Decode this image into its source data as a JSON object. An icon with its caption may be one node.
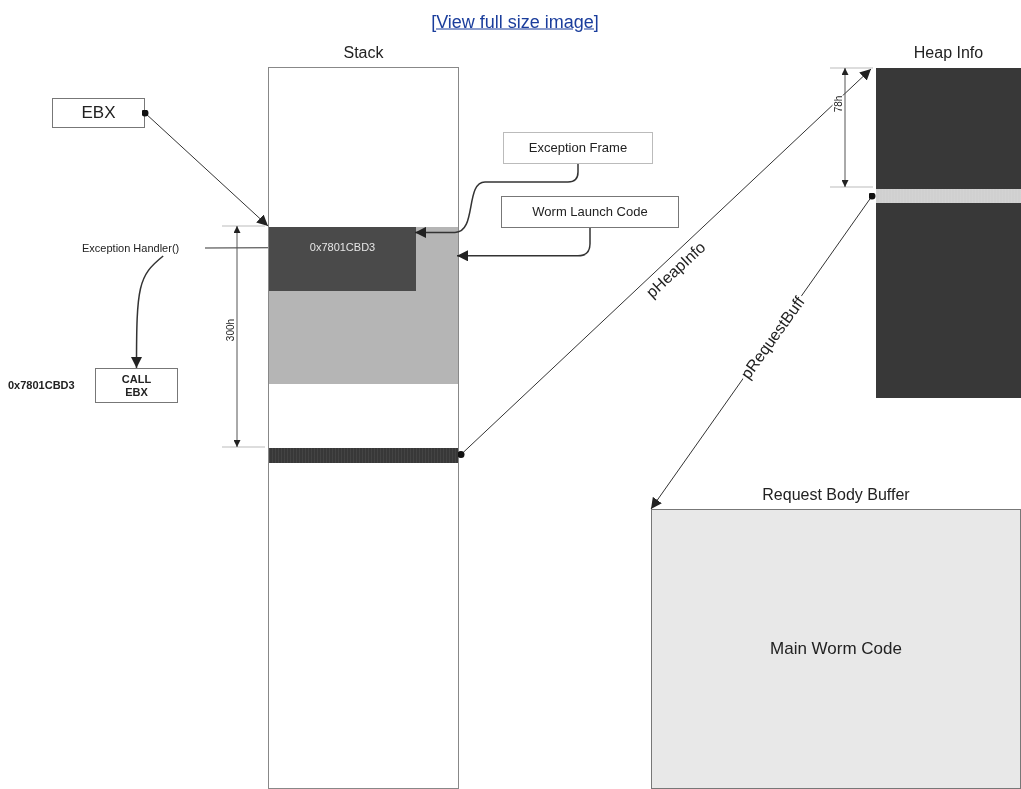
{
  "diagram": {
    "nodes": [
      {
        "text": [
          "Stack"
        ]
      },
      {
        "text": [
          "EBX"
        ]
      },
      {
        "text": [],
        "shape": "box",
        "in": 0
      },
      {
        "text": [
          "0x7801CBD3"
        ],
        "in": 2
      },
      {
        "text": [
          "Exception Handler()"
        ]
      },
      {
        "text": [
          "CALL EBX"
        ],
        "beside": [
          "0x7801CBD3"
        ]
      },
      {
        "text": [],
        "shape": "bar",
        "in": 0
      },
      {
        "text": [
          "Exception Frame"
        ]
      },
      {
        "text": [
          "Worm Launch Code"
        ]
      },
      {
        "text": [
          "Heap Info"
        ]
      },
      {
        "text": [],
        "shape": "bar",
        "in": 9
      },
      {
        "text": [
          "Request Body Buffer",
          "Main Worm Code"
        ]
      }
    ],
    "edges": [
      {
        "from": 1,
        "to": 3,
        "arrow": "to"
      },
      {
        "from": 4,
        "to": 3,
        "arrow": "none"
      },
      {
        "from": 4,
        "to": 5,
        "arrow": "to"
      },
      {
        "from": 7,
        "to": 3,
        "arrow": "to"
      },
      {
        "from": 8,
        "to": 2,
        "arrow": "to"
      },
      {
        "from": 6,
        "to": 9,
        "arrow": "to",
        "label": "pHeapInfo"
      },
      {
        "from": 10,
        "to": 11,
        "arrow": "to",
        "label": "pRequestBuff"
      }
    ],
    "labels": [
      "[View full size image]",
      "300h",
      "78h"
    ]
  }
}
